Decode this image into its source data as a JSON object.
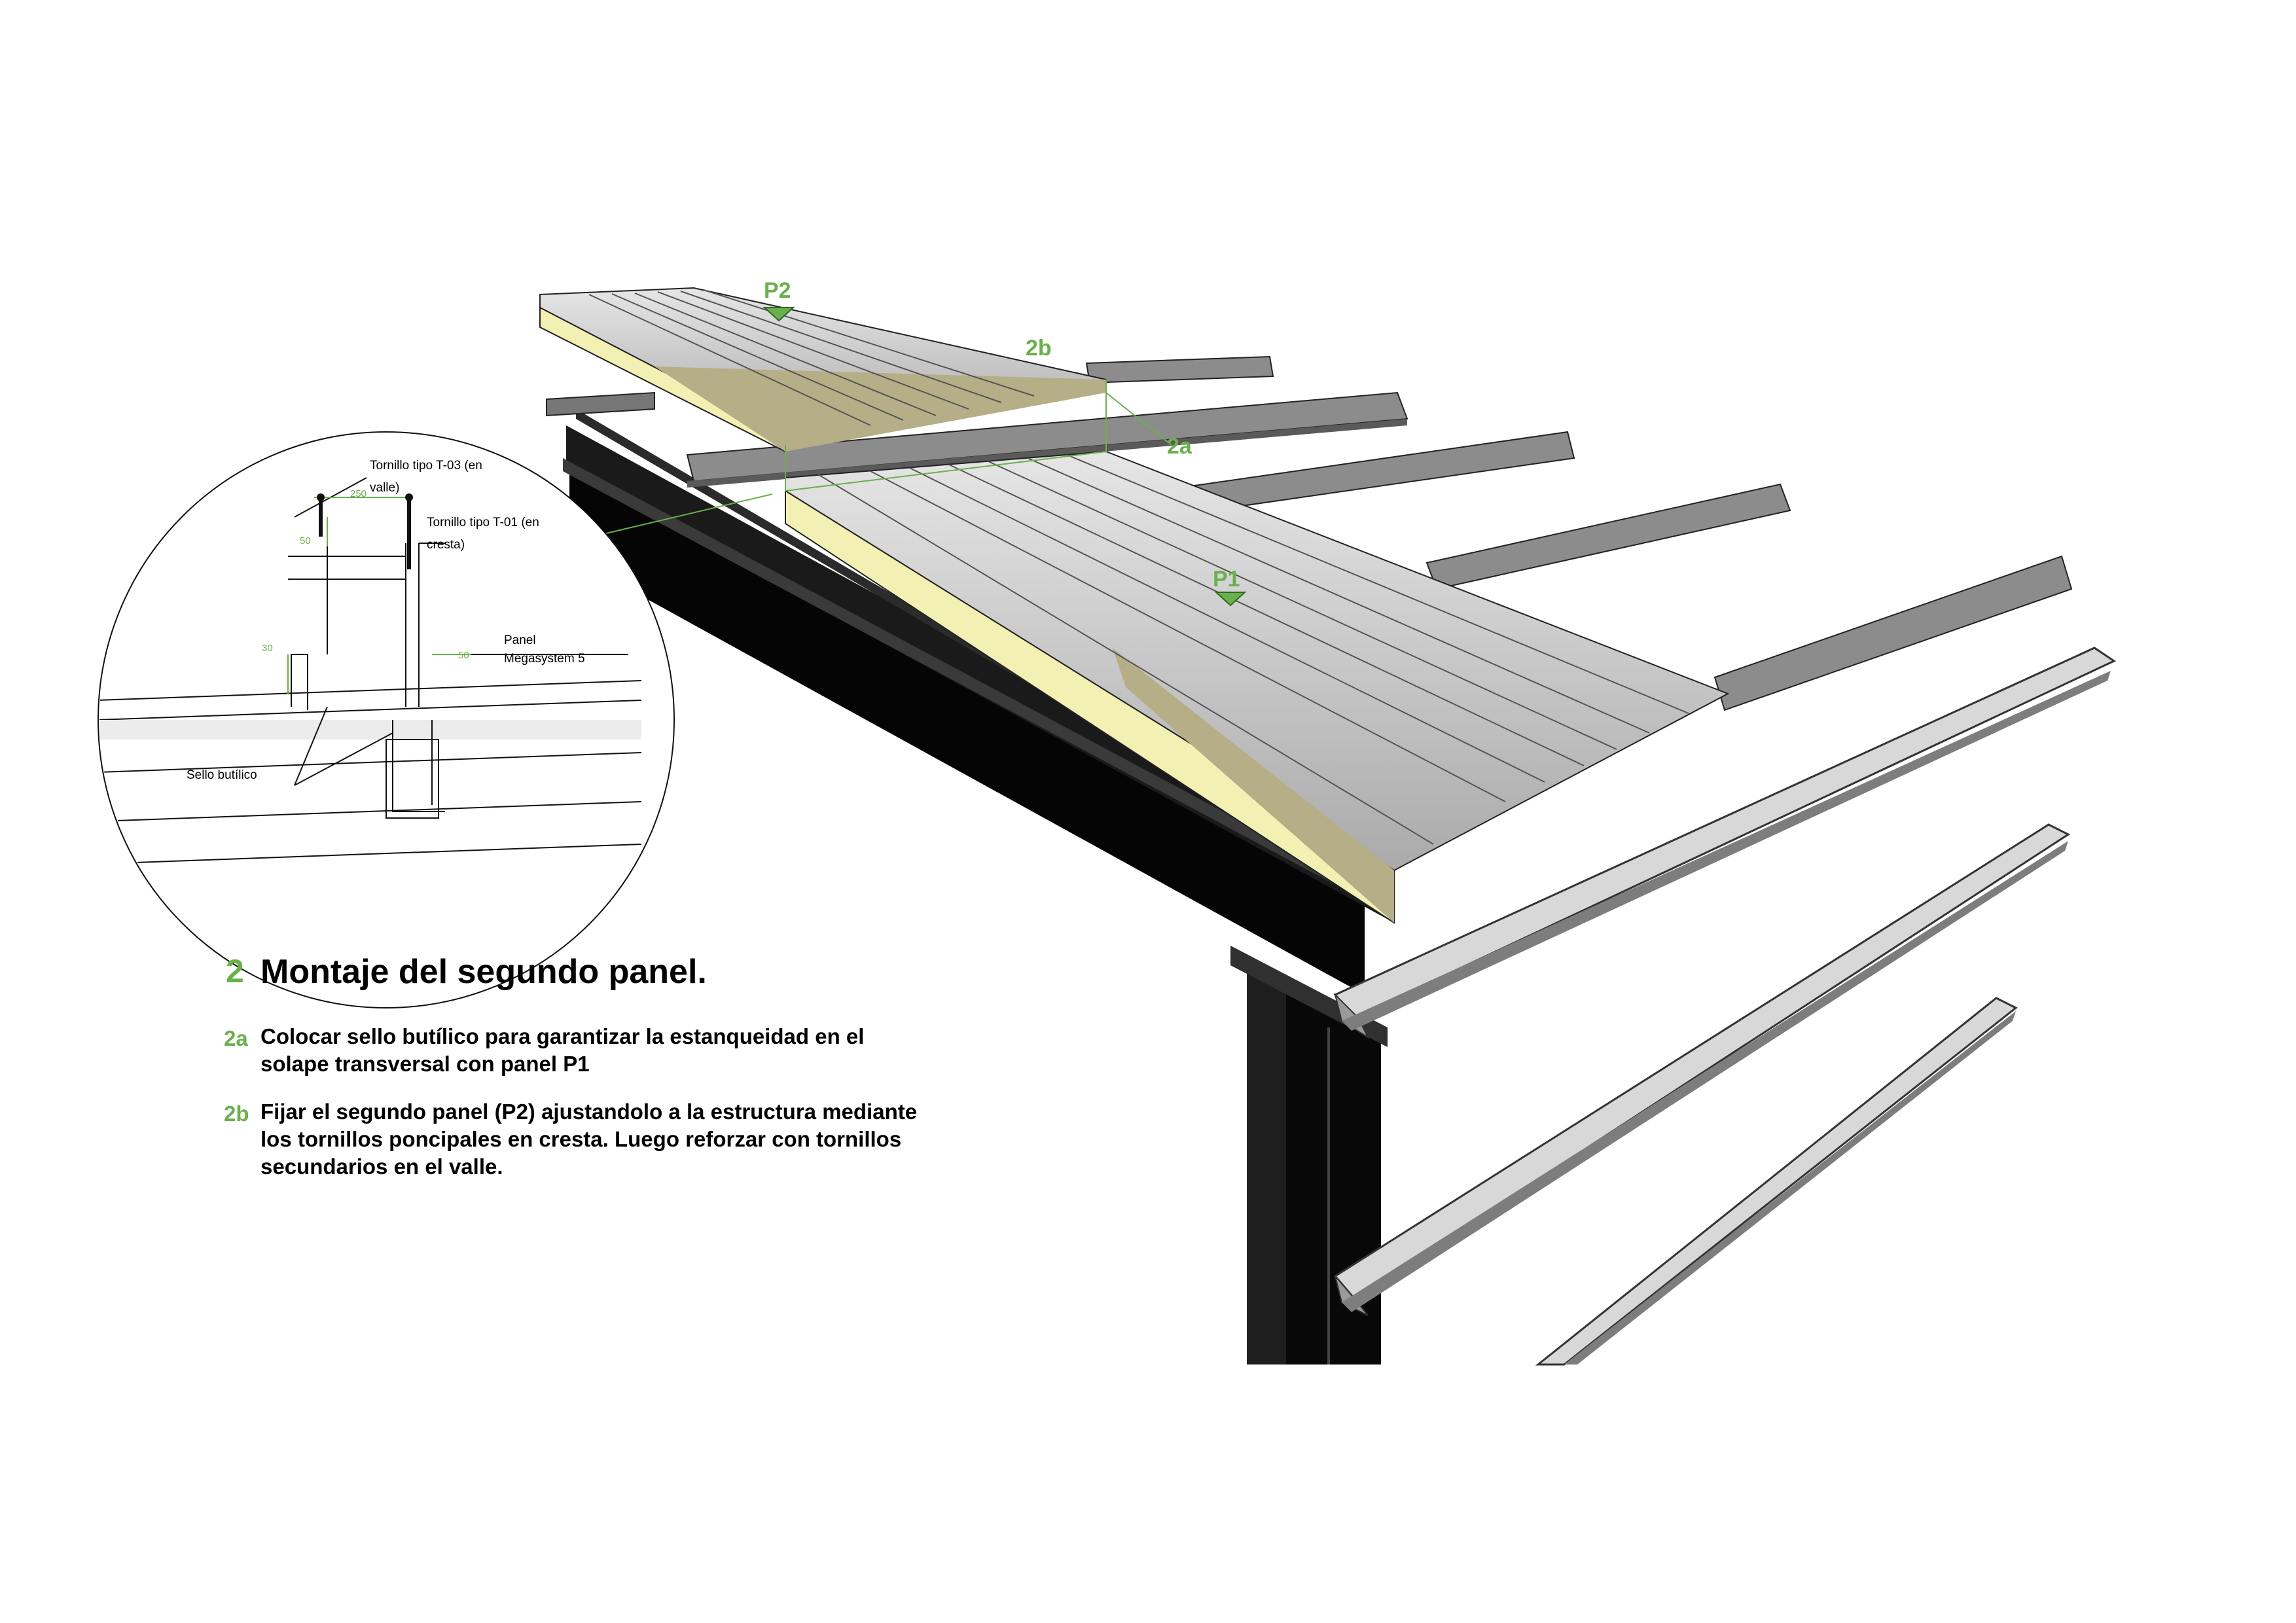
{
  "colors": {
    "accent": "#6ab04c",
    "steel_dark": "#0c0c0c",
    "purlin_grey": "#8c8c8c",
    "panel_metal": "#c4c4c4",
    "panel_core": "#f3f0b4",
    "panel_core_shadow": "#b5ae86"
  },
  "step": {
    "number": "2",
    "title": "Montaje del segundo panel."
  },
  "substeps": [
    {
      "id": "2a",
      "text": "Colocar sello butílico para garantizar la estanqueidad en el solape transversal con panel P1"
    },
    {
      "id": "2b",
      "text": "Fijar el segundo panel (P2) ajustandolo a la estructura mediante los tornillos poncipales en cresta. Luego reforzar con tornillos secundarios en el valle."
    }
  ],
  "markers": {
    "p1": "P1",
    "p2": "P2",
    "m2a": "2a",
    "m2b": "2b"
  },
  "detail": {
    "screw_t03_line1": "Tornillo tipo T-03 (en",
    "screw_t03_line2": "valle)",
    "screw_t01_line1": "Tornillo tipo T-01 (en",
    "screw_t01_line2": "cresta)",
    "panel_line1": "Panel",
    "panel_line2": "Megasystem 5",
    "butyl_seal": "Sello butílico",
    "dims": [
      "250",
      "50",
      "30",
      "50"
    ]
  }
}
